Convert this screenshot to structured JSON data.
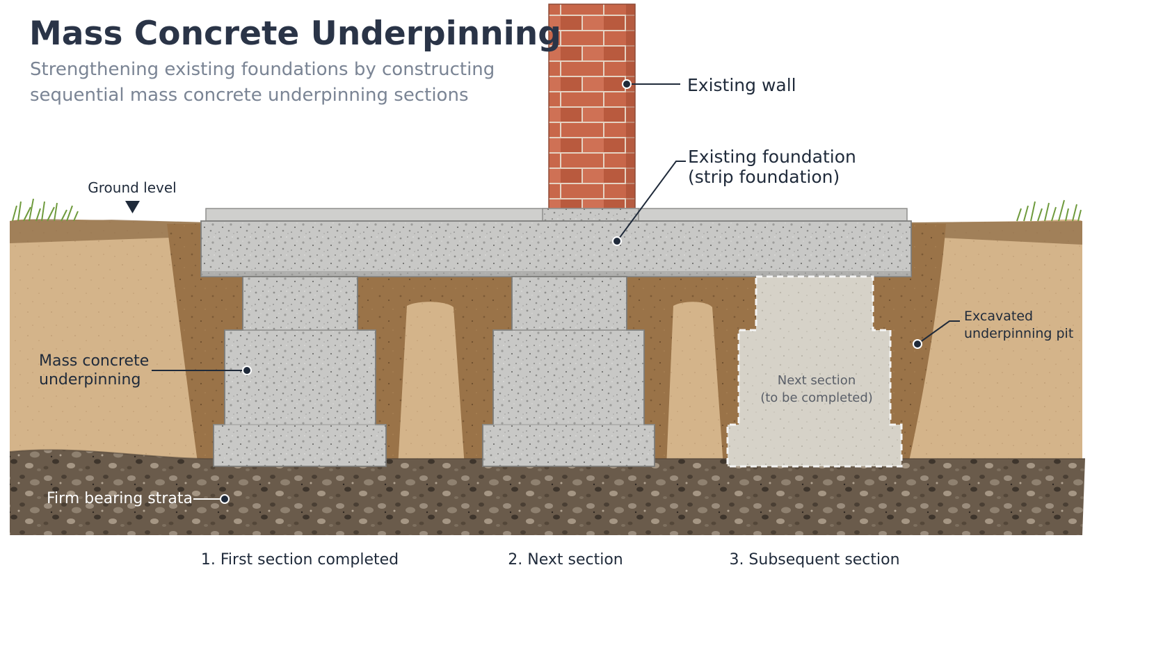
{
  "header": {
    "title": "Mass Concrete Underpinning",
    "subtitle_line1": "Strengthening existing foundations by constructing",
    "subtitle_line2": "sequential mass concrete underpinning sections"
  },
  "labels": {
    "existing_wall": "Existing wall",
    "existing_foundation_line1": "Existing foundation",
    "existing_foundation_line2": "(strip foundation)",
    "ground_level": "Ground level",
    "mass_concrete_line1": "Mass concrete",
    "mass_concrete_line2": "underpinning",
    "excavated_pit_line1": "Excavated",
    "excavated_pit_line2": "underpinning pit",
    "next_section_line1": "Next section",
    "next_section_line2": "(to be completed)",
    "firm_bearing_strata": "Firm bearing strata"
  },
  "steps": [
    "1. First section completed",
    "2. Next section",
    "3. Subsequent section"
  ],
  "colors": {
    "title": "#2a3447",
    "subtitle": "#7a8494",
    "label": "#1f2a3a",
    "brick": "#c8674a",
    "mortar": "#e8d6c8",
    "concrete": "#c9c9c7",
    "concrete_dark": "#a9a9a6",
    "soil": "#d2b48c",
    "soil_dark": "#8b6a45",
    "strata": "#6b5a48",
    "grass": "#6e9a3c"
  }
}
